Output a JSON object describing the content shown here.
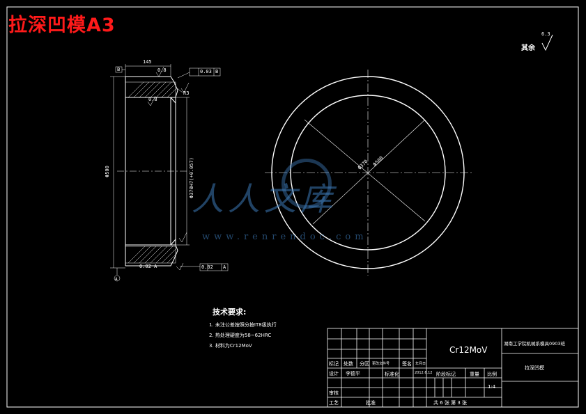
{
  "title": "拉深凹模A3",
  "surface_note": {
    "label": "其余",
    "value": "6.3"
  },
  "watermark": {
    "text": "人人文库",
    "url": "www.renrendoc.com"
  },
  "tech_requirements": {
    "heading": "技术要求:",
    "items": [
      "1. 未注公差按照分按IT8级执行",
      "2. 热处理硬度为58~62HRC",
      "3. 材料为Cr12MoV"
    ]
  },
  "section_dims": {
    "width_top": "145",
    "flatness": "0.03",
    "datum_b": "B",
    "roughness_top": "0.8",
    "roughness_side": "0.8",
    "outer_height": "Φ500",
    "inner_dia": "Φ370H7(+0.057)",
    "runout": "0.02",
    "datum_a": "A",
    "bottom_note": "0.02 A",
    "radius": "R3"
  },
  "plan_dims": {
    "inner_label": "Φ370",
    "outer_label": "Φ500"
  },
  "title_block": {
    "material": "Cr12MoV",
    "school": "湖南工学院机械系模具0903班",
    "part_name": "拉深凹模",
    "row_labels": [
      "标记",
      "处数",
      "分区",
      "更改文件号",
      "签名",
      "年月日"
    ],
    "designer_label": "设计",
    "designer": "李德平",
    "standard_label": "标准化",
    "date": "2012.6.12",
    "review_label": "审核",
    "process_label": "工艺",
    "approve_label": "批准",
    "stage_label": "阶段标记",
    "weight_label": "重量",
    "scale_label": "比例",
    "scale": "1:4",
    "sheet_info": "共 6 张  第 3 张"
  }
}
